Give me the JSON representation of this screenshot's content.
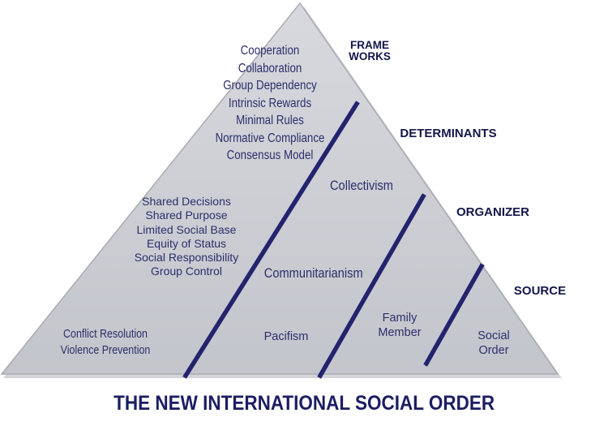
{
  "title": "THE NEW INTERNATIONAL SOCIAL ORDER",
  "side_labels": {
    "frameworks_line1": "FRAME",
    "frameworks_line2": "WORKS",
    "determinants": "DETERMINANTS",
    "organizer": "ORGANIZER",
    "source": "SOURCE"
  },
  "frameworks": {
    "top": [
      "Cooperation",
      "Collaboration",
      "Group Dependency",
      "Intrinsic Rewards",
      "Minimal Rules",
      "Normative Compliance",
      "Consensus Model"
    ],
    "middle": [
      "Shared Decisions",
      "Shared Purpose",
      "Limited Social Base",
      "Equity of Status",
      "Social Responsibility",
      "Group Control"
    ],
    "bottom": [
      "Conflict Resolution",
      "Violence Prevention"
    ]
  },
  "determinants": {
    "collectivism": "Collectivism",
    "communitarianism": "Communitarianism",
    "pacifism": "Pacifism"
  },
  "organizer": [
    "Family",
    "Member"
  ],
  "source": [
    "Social",
    "Order"
  ],
  "colors": {
    "pyramid_fill": "#c9cbd2",
    "pyramid_edge": "#a9abb3",
    "divider_lines": "#23246e",
    "text": "#2c2f6a",
    "title": "#1b1d63"
  }
}
